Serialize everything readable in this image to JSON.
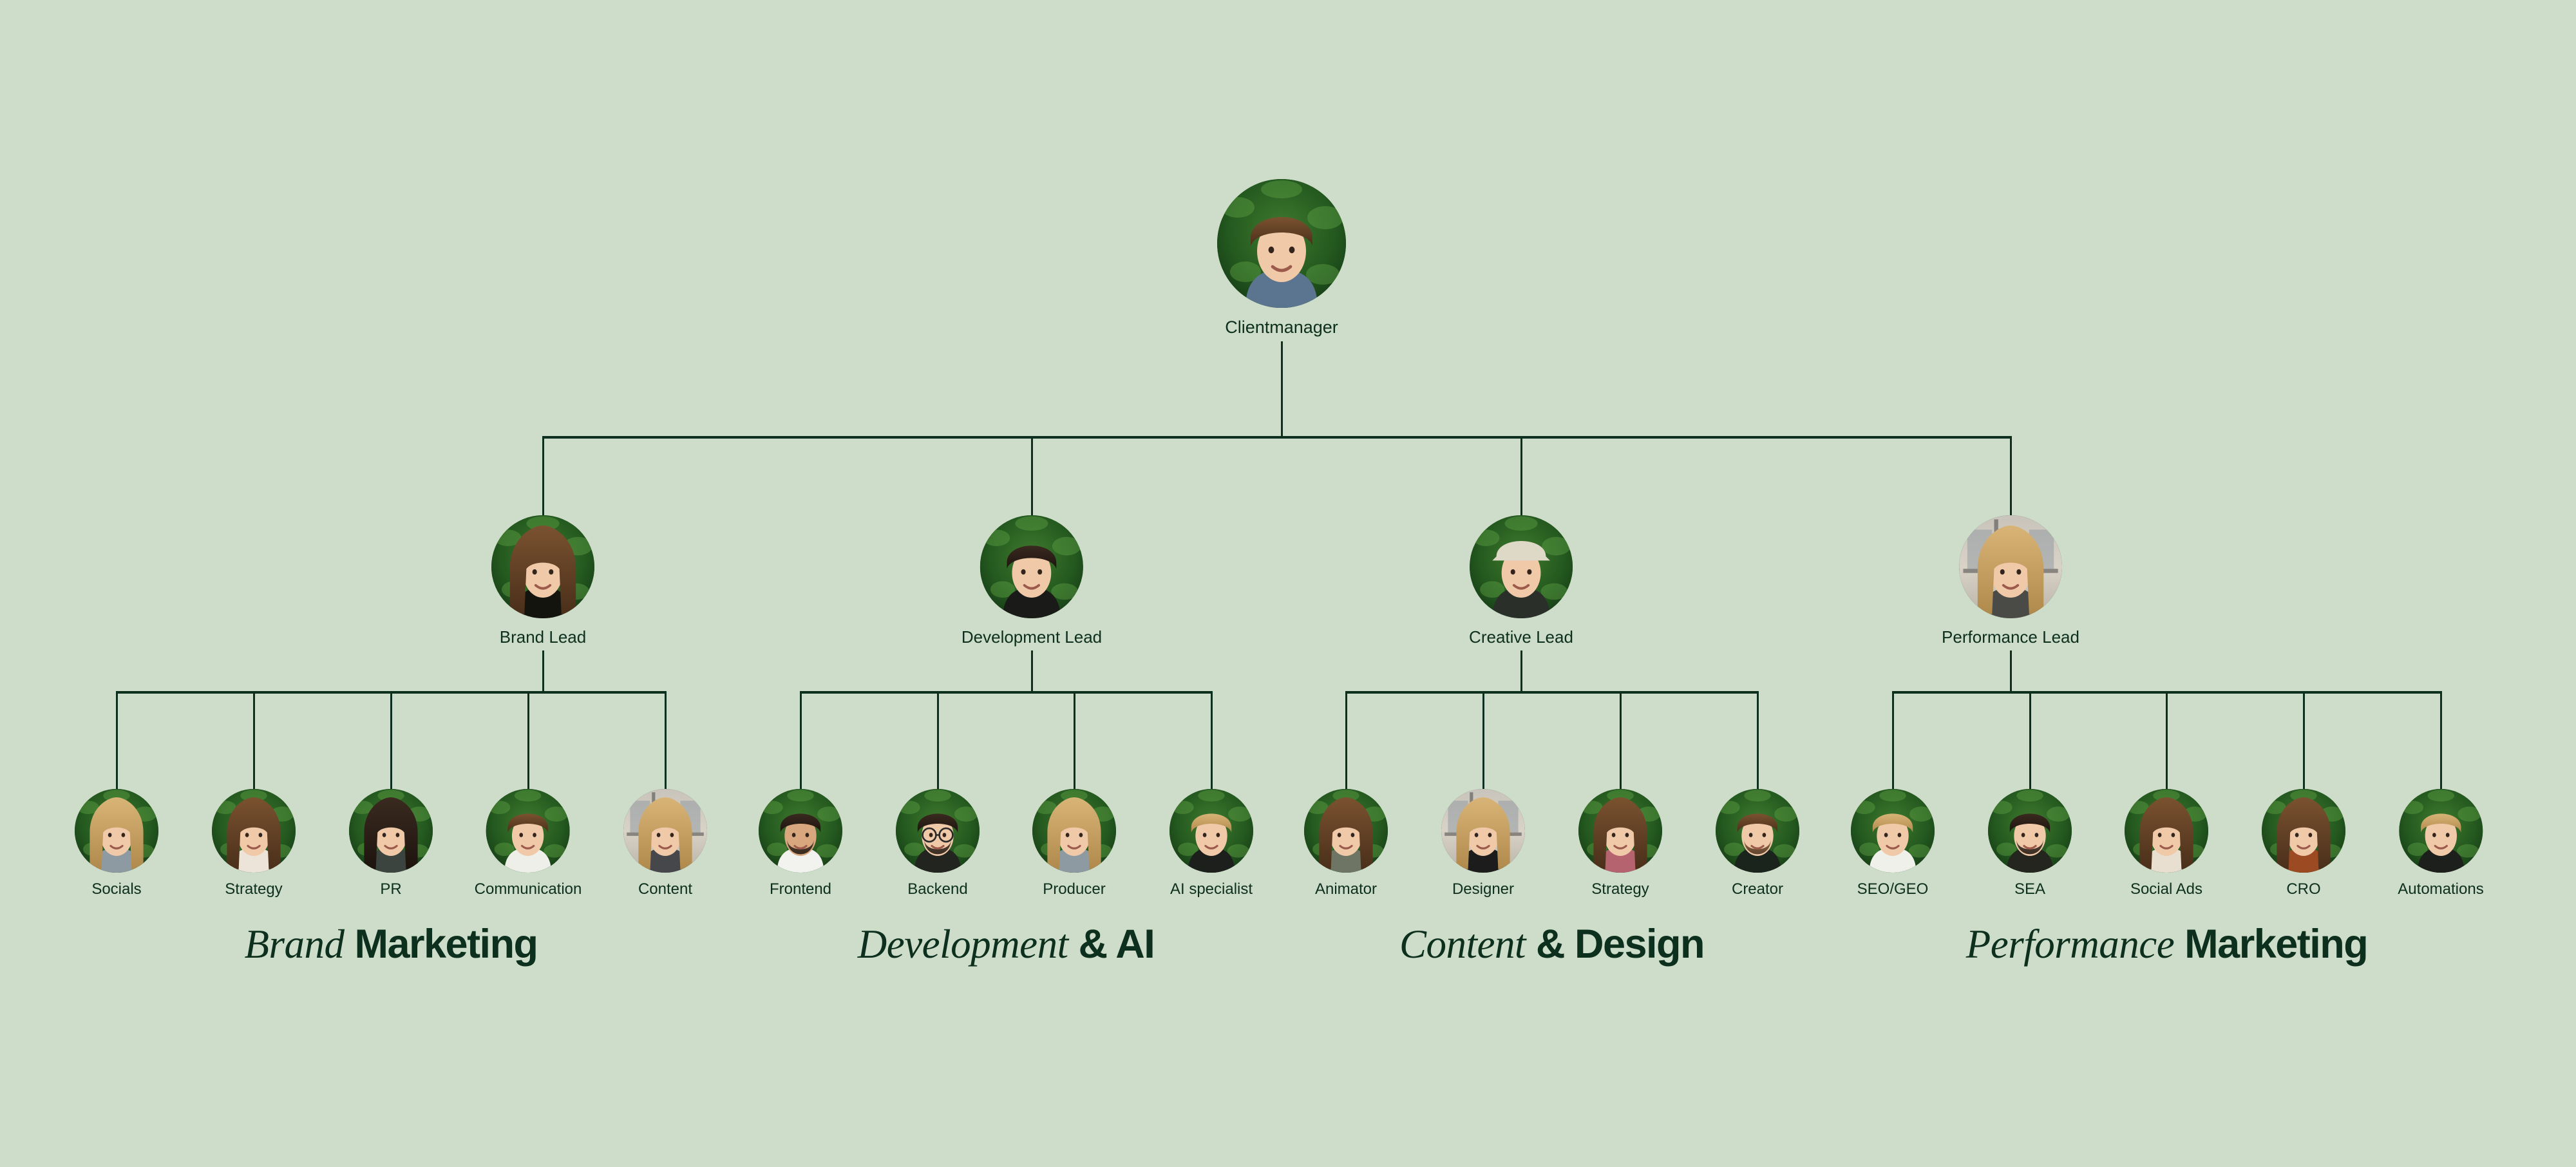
{
  "theme": {
    "background": "#cdddc9",
    "line_color": "#0d2f1d",
    "text_color": "#0d2f1d"
  },
  "root": {
    "label": "Clientmanager",
    "avatar": "photo-clientmanager"
  },
  "leads": [
    {
      "label": "Brand Lead",
      "avatar": "photo-brand-lead"
    },
    {
      "label": "Development Lead",
      "avatar": "photo-development-lead"
    },
    {
      "label": "Creative Lead",
      "avatar": "photo-creative-lead"
    },
    {
      "label": "Performance Lead",
      "avatar": "photo-performance-lead"
    }
  ],
  "departments": [
    {
      "heading_serif": "Brand",
      "heading_sans": "Marketing",
      "members": [
        {
          "label": "Socials",
          "avatar": "photo-socials"
        },
        {
          "label": "Strategy",
          "avatar": "photo-brand-strategy"
        },
        {
          "label": "PR",
          "avatar": "photo-pr"
        },
        {
          "label": "Communication",
          "avatar": "photo-communication"
        },
        {
          "label": "Content",
          "avatar": "photo-content"
        }
      ]
    },
    {
      "heading_serif": "Development",
      "heading_sans": "& AI",
      "members": [
        {
          "label": "Frontend",
          "avatar": "photo-frontend"
        },
        {
          "label": "Backend",
          "avatar": "photo-backend"
        },
        {
          "label": "Producer",
          "avatar": "photo-producer"
        },
        {
          "label": "AI specialist",
          "avatar": "photo-ai-specialist"
        }
      ]
    },
    {
      "heading_serif": "Content",
      "heading_sans": "& Design",
      "members": [
        {
          "label": "Animator",
          "avatar": "photo-animator"
        },
        {
          "label": "Designer",
          "avatar": "photo-designer"
        },
        {
          "label": "Strategy",
          "avatar": "photo-content-strategy"
        },
        {
          "label": "Creator",
          "avatar": "photo-creator"
        }
      ]
    },
    {
      "heading_serif": "Performance",
      "heading_sans": "Marketing",
      "members": [
        {
          "label": "SEO/GEO",
          "avatar": "photo-seo-geo"
        },
        {
          "label": "SEA",
          "avatar": "photo-sea"
        },
        {
          "label": "Social Ads",
          "avatar": "photo-social-ads"
        },
        {
          "label": "CRO",
          "avatar": "photo-cro"
        },
        {
          "label": "Automations",
          "avatar": "photo-automations"
        }
      ]
    }
  ]
}
